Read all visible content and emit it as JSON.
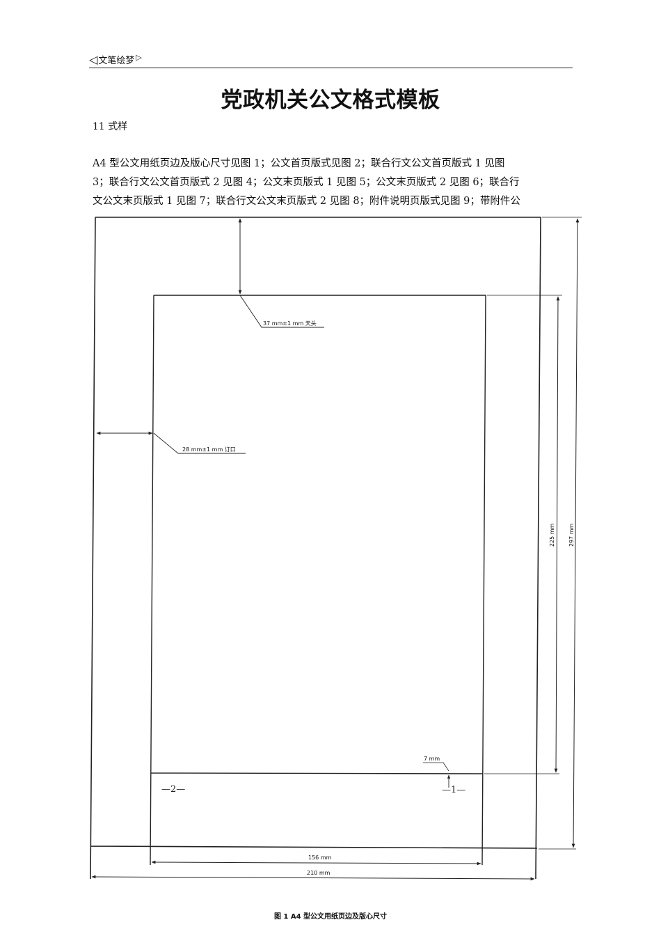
{
  "header": {
    "brand": "文笔绘梦",
    "left_mark": "◁",
    "right_mark": "▷"
  },
  "document": {
    "title": "党政机关公文格式模板",
    "section_label": "11 式样",
    "paragraph_lines": [
      "A4 型公文用纸页边及版心尺寸见图 1；公文首页版式见图 2；联合行文公文首页版式 1 见图",
      "3；联合行文公文首页版式 2 见图 4；公文末页版式 1 见图 5；公文末页版式 2 见图 6；联合行",
      "文公文末页版式 1 见图 7；联合行文公文末页版式 2 见图 8；附件说明页版式见图 9；带附件公"
    ]
  },
  "figure": {
    "labels": {
      "top_margin": "37 mm±1 mm 天头",
      "left_margin": "28 mm±1 mm 订口",
      "inner_height": "225 mm",
      "outer_height": "297 mm",
      "page_number_gap": "7 mm",
      "inner_width": "156 mm",
      "outer_width": "210 mm",
      "page_left": "—2—",
      "page_right": "—1—"
    },
    "caption": "图 1    A4 型公文用纸页边及版心尺寸"
  }
}
